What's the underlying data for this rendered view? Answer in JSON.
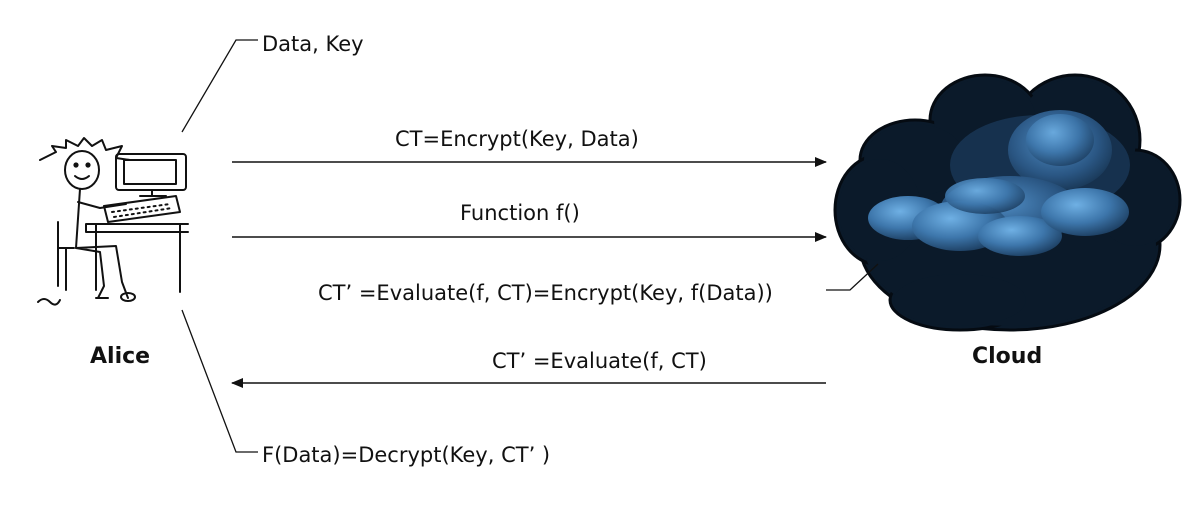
{
  "labels": {
    "data_key": "Data, Key",
    "encrypt": "CT=Encrypt(Key, Data)",
    "function": "Function f()",
    "evaluate_full": "CT’  =Evaluate(f, CT)=Encrypt(Key, f(Data))",
    "evaluate_return": "CT’  =Evaluate(f, CT)",
    "decrypt": "F(Data)=Decrypt(Key, CT’  )"
  },
  "actors": {
    "alice": "Alice",
    "cloud": "Cloud"
  },
  "colors": {
    "ink": "#111111",
    "cloud_dark": "#0b1a2a",
    "cloud_mid": "#24496e",
    "cloud_light": "#5f9fd4"
  }
}
